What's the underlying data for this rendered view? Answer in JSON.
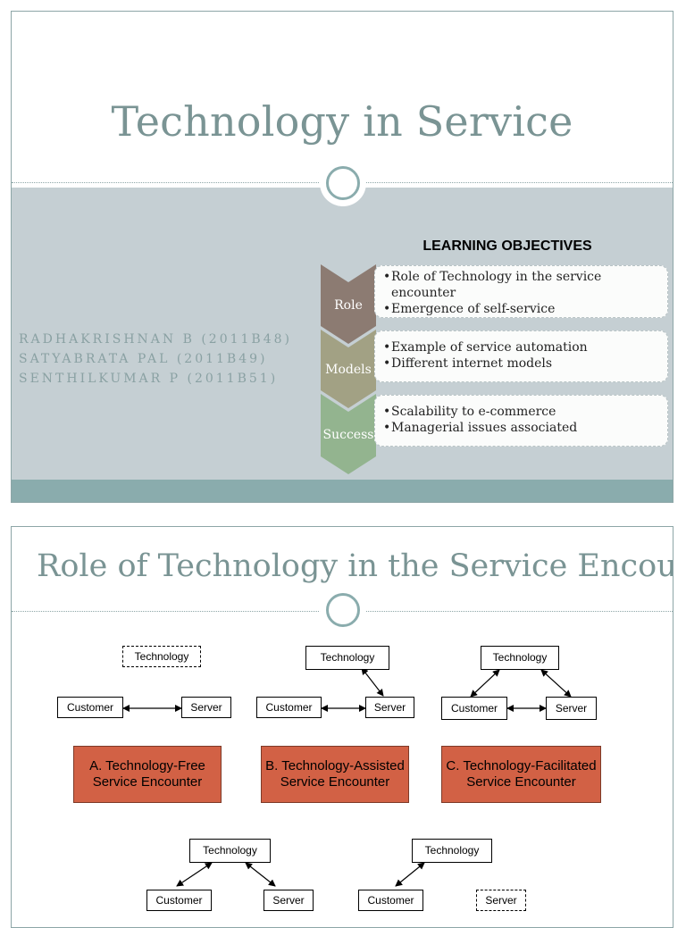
{
  "slide1": {
    "title": "Technology in Service",
    "authors": [
      "RADHAKRISHNAN B (2011B48)",
      "SATYABRATA PAL (2011B49)",
      "SENTHILKUMAR P (2011B51)"
    ],
    "objectives_heading": "LEARNING OBJECTIVES",
    "objectives": [
      {
        "label": "Role",
        "color": "#8c7b72",
        "bullets": [
          "Role of Technology in the service encounter",
          "Emergence of self-service"
        ]
      },
      {
        "label": "Models",
        "color": "#a2a184",
        "bullets": [
          "Example of service automation",
          "Different internet models"
        ]
      },
      {
        "label": "Success",
        "color": "#93b48f",
        "bullets": [
          "Scalability to e-commerce",
          "Managerial issues associated"
        ]
      }
    ]
  },
  "slide2": {
    "title": "Role of Technology in the Service Encounter",
    "diagram": {
      "node_labels": {
        "technology": "Technology",
        "customer": "Customer",
        "server": "Server"
      },
      "encounters": [
        {
          "name": "A. Technology-Free Service Encounter"
        },
        {
          "name": "B. Technology-Assisted Service Encounter"
        },
        {
          "name": "C. Technology-Facilitated Service Encounter"
        }
      ]
    }
  },
  "colors": {
    "title_text": "#7a9494",
    "band": "#c5cfd3",
    "footer_bar": "#8aacad",
    "encounter_box": "#d26145"
  }
}
